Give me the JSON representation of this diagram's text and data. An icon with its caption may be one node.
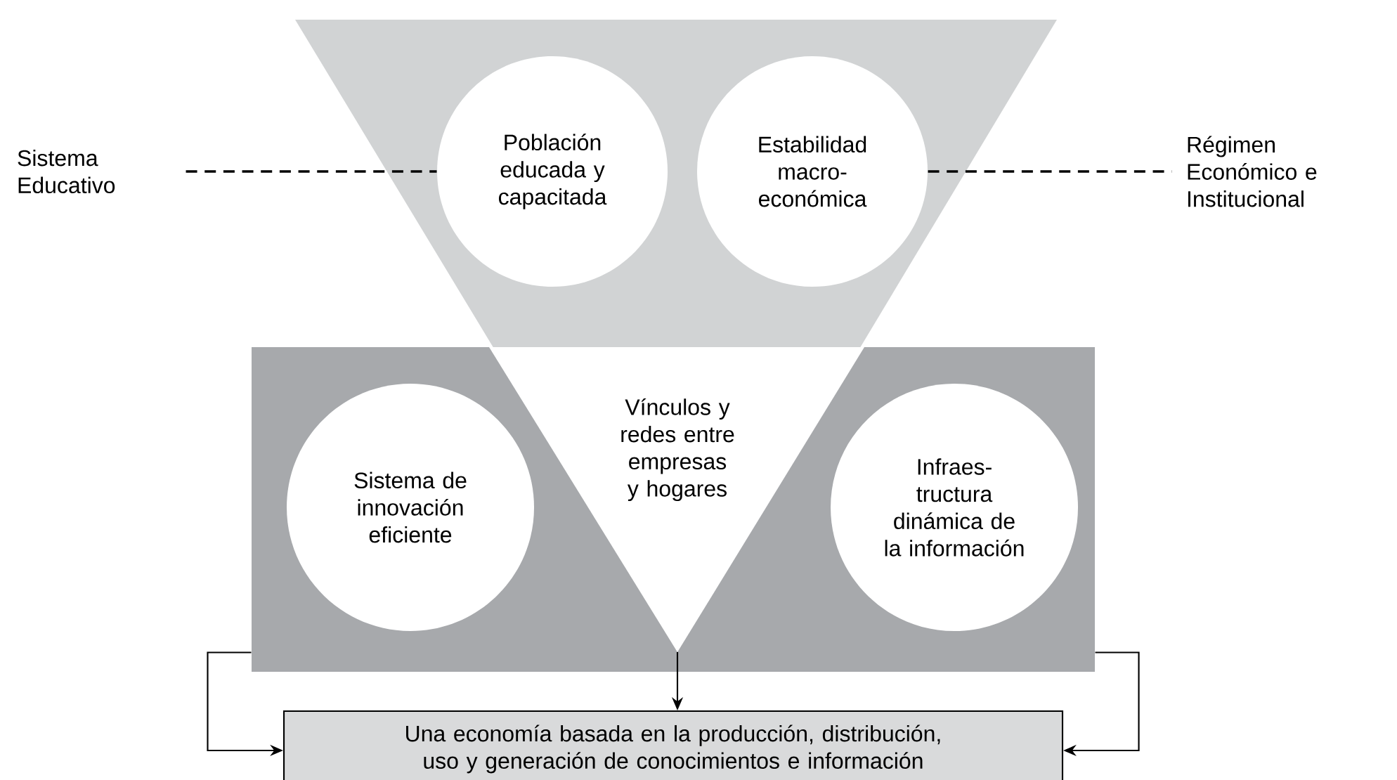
{
  "diagram": {
    "nodes": [
      {
        "text": [
          "Sistema Educativo"
        ]
      },
      {
        "text": [
          "Población educada y capacitada"
        ]
      },
      {
        "text": [
          "Estabilidad macro- económica"
        ]
      },
      {
        "text": [
          "Régimen Económico e Institucional"
        ]
      },
      {
        "text": [],
        "shape": "box"
      },
      {
        "text": [
          "Vínculos y redes entre empresas y hogares"
        ],
        "in": 4
      },
      {
        "text": [
          "Sistema de innovación eficiente"
        ],
        "in": 4
      },
      {
        "text": [
          "Infraes- tructura dinámica de la información"
        ],
        "in": 4
      },
      {
        "text": [
          "Una economía basada en la producción, distribución, uso y generación de conocimientos e información"
        ]
      }
    ],
    "edges": [
      {
        "from": 0,
        "to": 1,
        "arrow": "none",
        "style": "dashed"
      },
      {
        "from": 2,
        "to": 3,
        "arrow": "none",
        "style": "dashed"
      },
      {
        "from": 4,
        "to": 8,
        "arrow": "to"
      },
      {
        "from": 5,
        "to": 8,
        "arrow": "to"
      },
      {
        "from": 4,
        "to": 8,
        "arrow": "to"
      }
    ]
  }
}
